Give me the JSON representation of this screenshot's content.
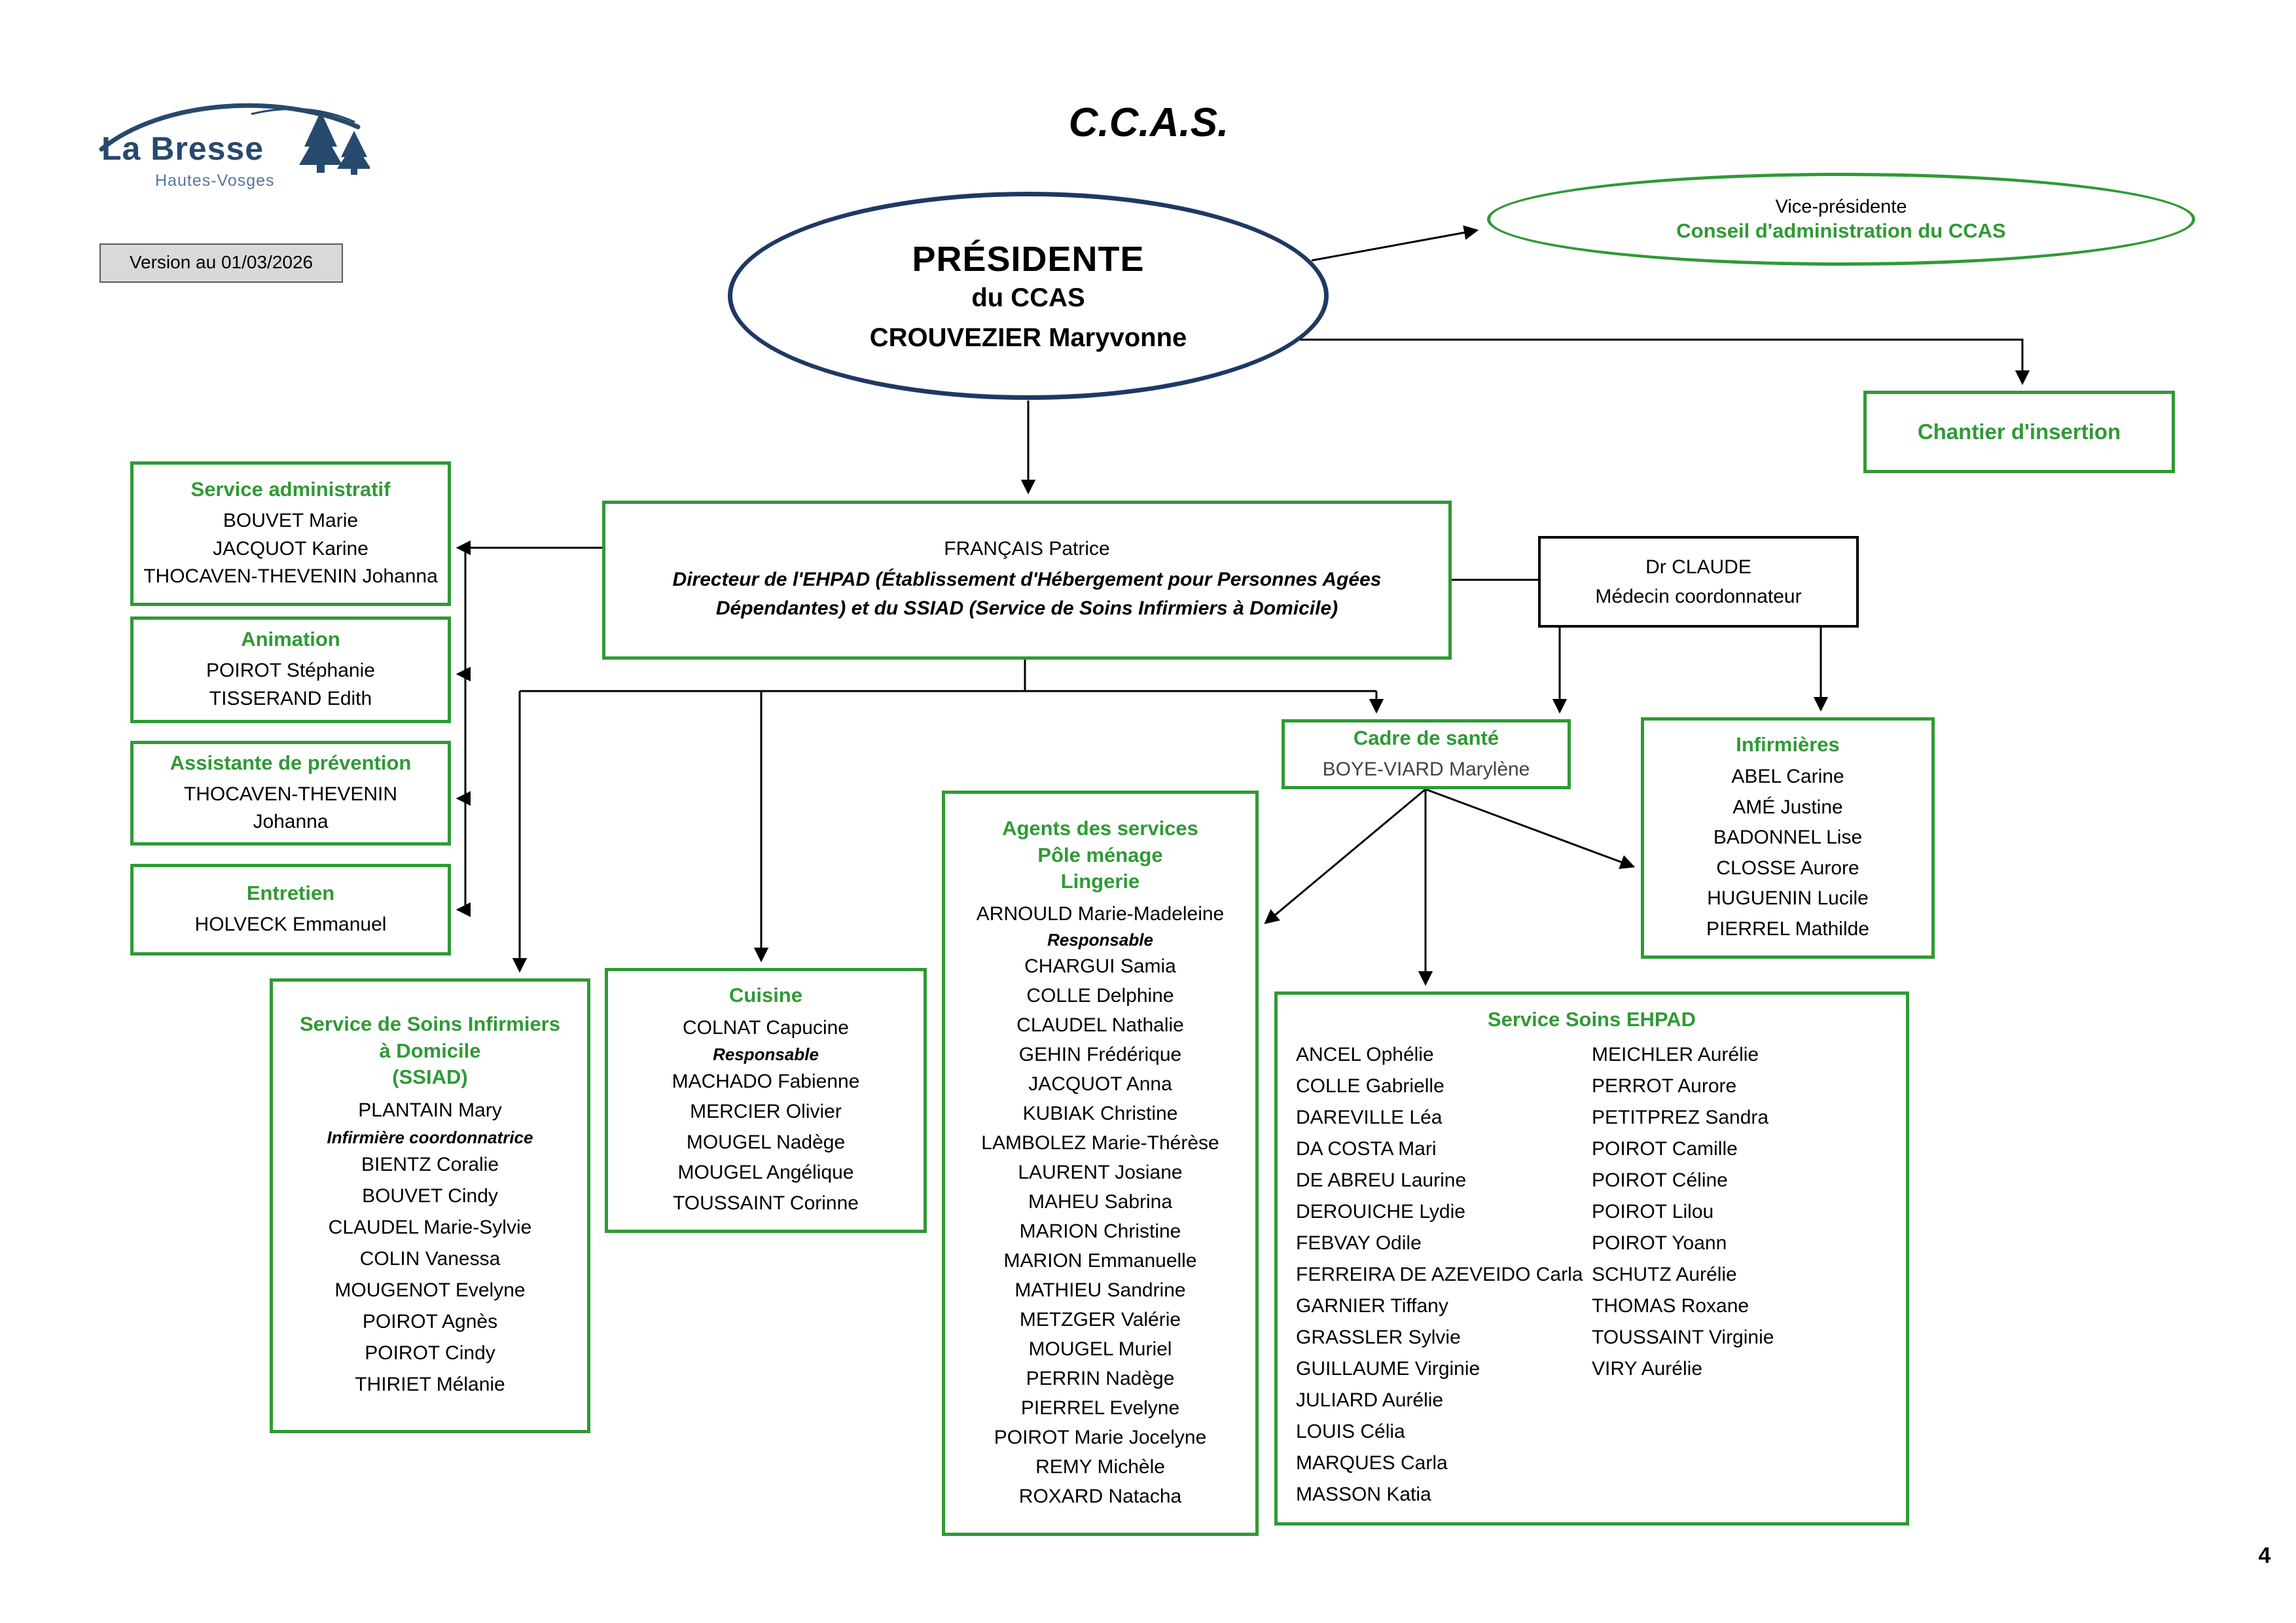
{
  "page": {
    "title": "C.C.A.S.",
    "version": "Version au 01/03/2026",
    "page_number": "4"
  },
  "logo": {
    "name": "La Bresse",
    "subtitle": "Hautes-Vosges"
  },
  "colors": {
    "green": "#2f9a35",
    "navy": "#1f3864",
    "logoblue": "#27496d",
    "graybg": "#d9d9d9"
  },
  "nodes": {
    "presidente": {
      "role": "PRÉSIDENTE",
      "org": "du CCAS",
      "name": "CROUVEZIER Maryvonne"
    },
    "vice_presidente": {
      "role": "Vice-présidente",
      "org": "Conseil d'administration du CCAS"
    },
    "chantier_insertion": {
      "title": "Chantier d'insertion"
    },
    "directeur": {
      "name": "FRANÇAIS Patrice",
      "role": "Directeur de l'EHPAD (Établissement d'Hébergement pour Personnes Agées Dépendantes) et du SSIAD (Service de Soins Infirmiers à Domicile)"
    },
    "medecin": {
      "name": "Dr CLAUDE",
      "role": "Médecin coordonnateur"
    },
    "service_administratif": {
      "title": "Service administratif",
      "members": [
        "BOUVET Marie",
        "JACQUOT Karine",
        "THOCAVEN-THEVENIN Johanna"
      ]
    },
    "animation": {
      "title": "Animation",
      "members": [
        "POIROT Stéphanie",
        "TISSERAND Edith"
      ]
    },
    "assistante_prevention": {
      "title": "Assistante de prévention",
      "members": [
        "THOCAVEN-THEVENIN\nJohanna"
      ]
    },
    "entretien": {
      "title": "Entretien",
      "members": [
        "HOLVECK Emmanuel"
      ]
    },
    "cadre_sante": {
      "title": "Cadre de santé",
      "members": [
        "BOYE-VIARD Marylène"
      ]
    },
    "infirmieres": {
      "title": "Infirmières",
      "members": [
        "ABEL Carine",
        "AMÉ Justine",
        "BADONNEL Lise",
        "CLOSSE Aurore",
        "HUGUENIN Lucile",
        "PIERREL Mathilde"
      ]
    },
    "ssiad": {
      "title": "Service de Soins Infirmiers\nà Domicile\n(SSIAD)",
      "lead": "PLANTAIN Mary",
      "lead_role": "Infirmière coordonnatrice",
      "members": [
        "BIENTZ Coralie",
        "BOUVET Cindy",
        "CLAUDEL Marie-Sylvie",
        "COLIN Vanessa",
        "MOUGENOT Evelyne",
        "POIROT Agnès",
        "POIROT Cindy",
        "THIRIET Mélanie"
      ]
    },
    "cuisine": {
      "title": "Cuisine",
      "lead": "COLNAT Capucine",
      "lead_role": "Responsable",
      "members": [
        "MACHADO Fabienne",
        "MERCIER Olivier",
        "MOUGEL Nadège",
        "MOUGEL Angélique",
        "TOUSSAINT Corinne"
      ]
    },
    "agents_services": {
      "title": "Agents des services\nPôle ménage\nLingerie",
      "lead": "ARNOULD Marie-Madeleine",
      "lead_role": "Responsable",
      "members": [
        "CHARGUI Samia",
        "COLLE Delphine",
        "CLAUDEL Nathalie",
        "GEHIN Frédérique",
        "JACQUOT Anna",
        "KUBIAK Christine",
        "LAMBOLEZ Marie-Thérèse",
        "LAURENT Josiane",
        "MAHEU Sabrina",
        "MARION Christine",
        "MARION Emmanuelle",
        "MATHIEU Sandrine",
        "METZGER Valérie",
        "MOUGEL Muriel",
        "PERRIN Nadège",
        "PIERREL Evelyne",
        "POIROT Marie Jocelyne",
        "REMY Michèle",
        "ROXARD Natacha"
      ]
    },
    "service_soins_ehpad": {
      "title": "Service Soins EHPAD",
      "col1": [
        "ANCEL Ophélie",
        "COLLE Gabrielle",
        "DAREVILLE Léa",
        "DA COSTA Mari",
        "DE ABREU Laurine",
        "DEROUICHE Lydie",
        "FEBVAY Odile",
        "FERREIRA DE AZEVEIDO Carla",
        "GARNIER Tiffany",
        "GRASSLER Sylvie",
        "GUILLAUME Virginie",
        "JULIARD Aurélie",
        "LOUIS Célia",
        "MARQUES Carla",
        "MASSON Katia"
      ],
      "col2": [
        "MEICHLER Aurélie",
        "PERROT Aurore",
        "PETITPREZ Sandra",
        "POIROT Camille",
        "POIROT Céline",
        "POIROT Lilou",
        "POIROT Yoann",
        "SCHUTZ Aurélie",
        "THOMAS Roxane",
        "TOUSSAINT Virginie",
        "VIRY Aurélie"
      ]
    }
  }
}
